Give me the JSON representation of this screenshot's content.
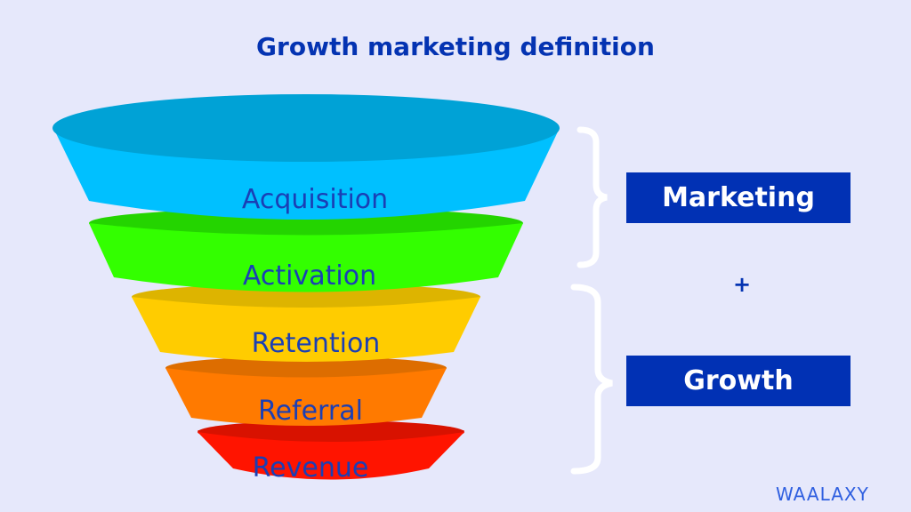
{
  "title": "Growth marketing definition",
  "funnel": {
    "layers": [
      {
        "label": "Acquisition",
        "side_color": "#00c0ff",
        "top_color": "#00a2d6"
      },
      {
        "label": "Activation",
        "side_color": "#33ff00",
        "top_color": "#24d400"
      },
      {
        "label": "Retention",
        "side_color": "#ffcc00",
        "top_color": "#ddb400"
      },
      {
        "label": "Referral",
        "side_color": "#ff7a00",
        "top_color": "#dd6d00"
      },
      {
        "label": "Revenue",
        "side_color": "#ff1400",
        "top_color": "#d81200"
      }
    ]
  },
  "groups": {
    "marketing": {
      "label": "Marketing",
      "brace": "brace-top"
    },
    "plus": "+",
    "growth": {
      "label": "Growth",
      "brace": "brace-bottom"
    }
  },
  "colors": {
    "background": "#e6e8fb",
    "accent": "#0131b4",
    "brace": "#ffffff"
  },
  "brand": "WAALAXY"
}
